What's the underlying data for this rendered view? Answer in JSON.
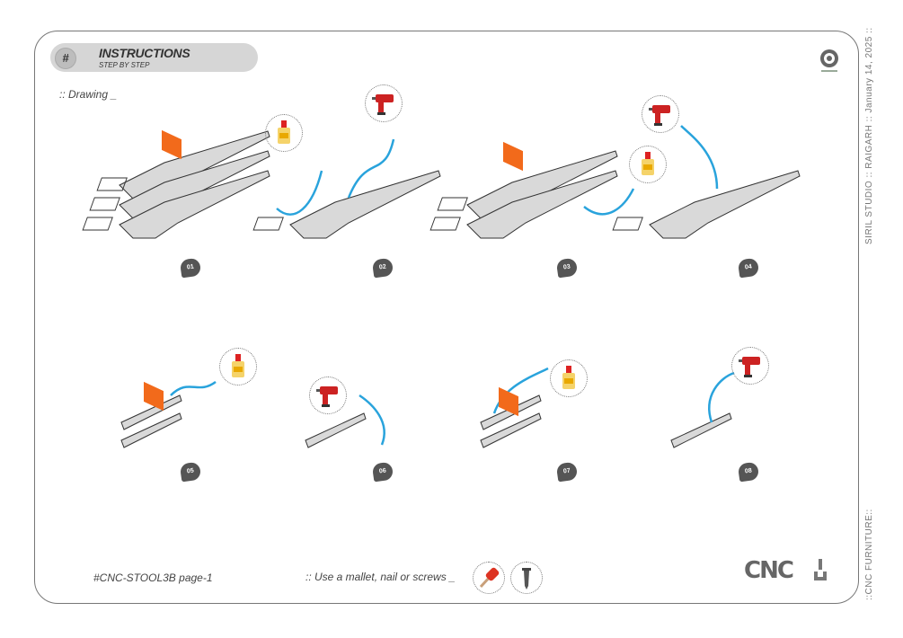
{
  "header": {
    "badge": "#",
    "title": "INSTRUCTIONS",
    "subtitle": "STEP BY STEP"
  },
  "section_label": ":: Drawing _",
  "steps": [
    {
      "number": "01",
      "tool": "glue-icon"
    },
    {
      "number": "02",
      "tool": "drill-icon"
    },
    {
      "number": "03",
      "tool": "glue-icon"
    },
    {
      "number": "04",
      "tool": "drill-icon"
    },
    {
      "number": "05",
      "tool": "glue-icon"
    },
    {
      "number": "06",
      "tool": "drill-icon"
    },
    {
      "number": "07",
      "tool": "glue-icon"
    },
    {
      "number": "08",
      "tool": "drill-icon"
    }
  ],
  "footer": {
    "code": "#CNC-STOOL3B page-1",
    "note": ":: Use a mallet, nail or screws _",
    "brand": "CNC"
  },
  "side": {
    "top": "SIRIL STUDIO  ::  RAIGARH :: January 14, 2025 ::",
    "bottom": "::CNC FURNITURE::"
  },
  "colors": {
    "accent_orange": "#f26a1b",
    "arrow_blue": "#29a3dc",
    "plank": "#d9d9d9"
  }
}
